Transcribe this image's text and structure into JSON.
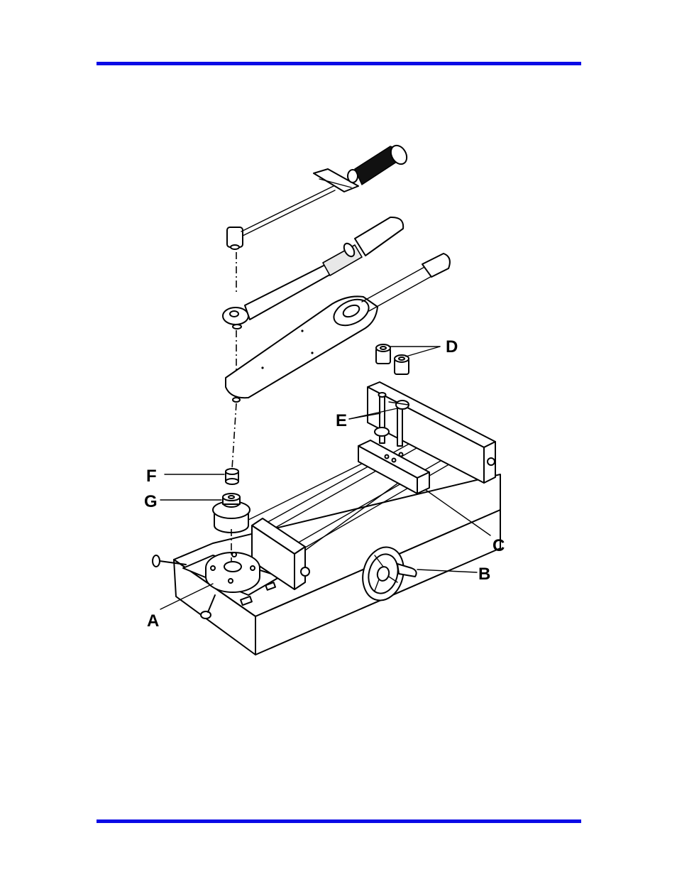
{
  "colors": {
    "rule": "#0a0ae6",
    "ink": "#000000",
    "background": "#ffffff"
  },
  "callouts": {
    "a": "A",
    "b": "B",
    "c": "C",
    "d": "D",
    "e": "E",
    "f": "F",
    "g": "G"
  }
}
